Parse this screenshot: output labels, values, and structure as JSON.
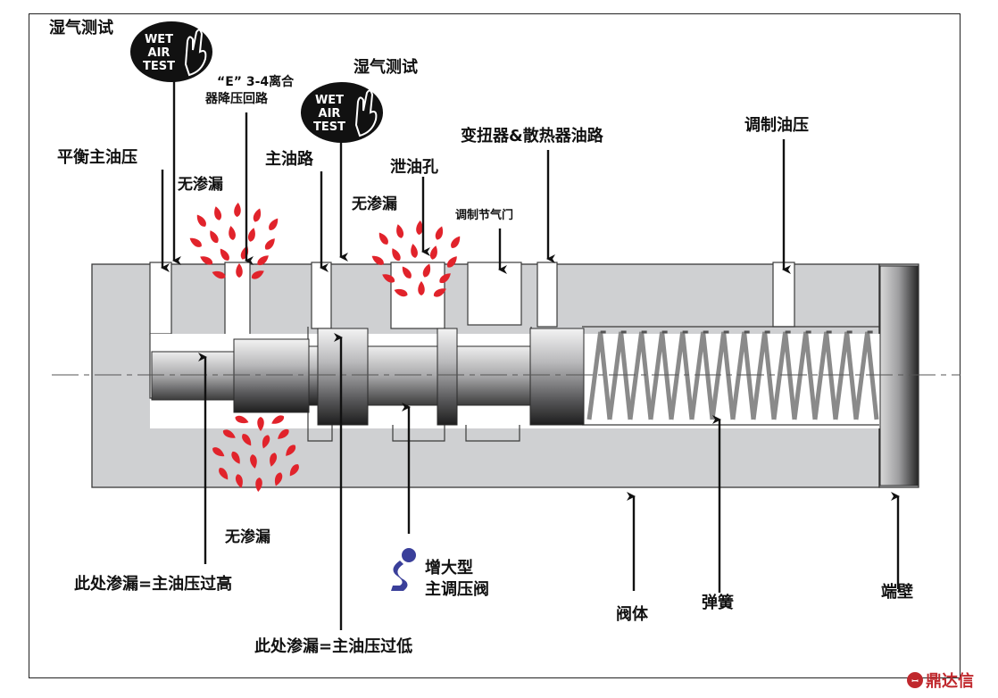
{
  "labels": {
    "wet_air_test_1": "湿气测试",
    "wet_air_test_2": "湿气测试",
    "e_clutch_line1": "“E” 3-4离合",
    "e_clutch_line2": "器降压回路",
    "balance_main_pressure": "平衡主油压",
    "no_leak_1": "无渗漏",
    "main_oil_line": "主油路",
    "drain_hole": "泄油孔",
    "no_leak_2": "无渗漏",
    "converter_cooler_line": "变扭器&散热器油路",
    "modulated_throttle": "调制节气门",
    "modulated_pressure": "调制油压",
    "no_leak_3": "无渗漏",
    "leak_high": "此处渗漏=主油压过高",
    "leak_low": "此处渗漏=主油压过低",
    "oversize_valve_line1": "增大型",
    "oversize_valve_line2": "主调压阀",
    "valve_body": "阀体",
    "spring": "弹簧",
    "end_plug": "端壁"
  },
  "badge": {
    "line1": "WET",
    "line2": "AIR",
    "line3": "TEST"
  },
  "watermark": {
    "text": "鼎达信"
  },
  "colors": {
    "body_gray": "#cfd0d2",
    "outline": "#3a3a3a",
    "spray_red": "#e1232b",
    "badge_black": "#111111",
    "accent_blue": "#3a3f9a"
  },
  "icons": [
    "wet-air-test-badge",
    "leak-spray",
    "oversize-valve-icon",
    "arrow-down",
    "arrow-up"
  ]
}
